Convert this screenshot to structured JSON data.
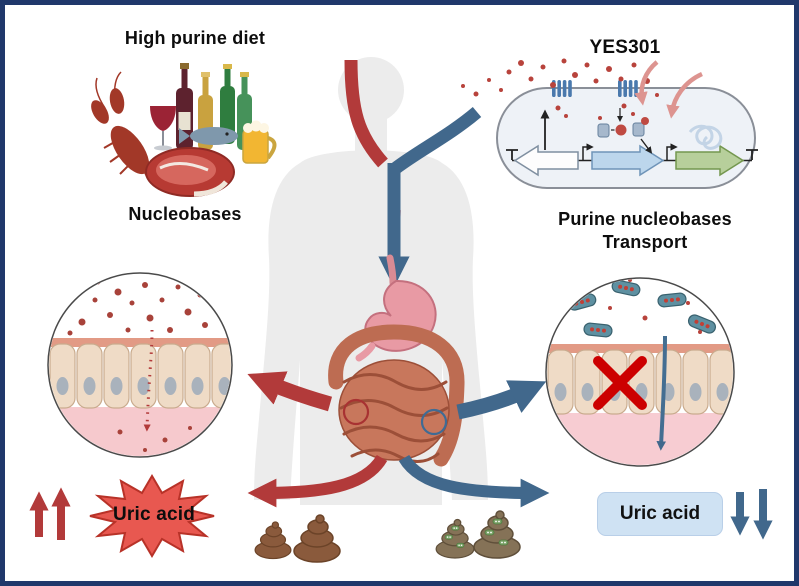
{
  "figure": {
    "type": "graphical-abstract-diagram",
    "labels": {
      "high_purine_diet": "High purine diet",
      "nucleobases": "Nucleobases",
      "yes301": "YES301",
      "purine_transport_line1": "Purine nucleobases",
      "purine_transport_line2": "Transport",
      "uric_acid_increase": "Uric acid",
      "uric_acid_decrease": "Uric acid"
    },
    "colors": {
      "frame_border": "#20386b",
      "red_flow": "#b23a3a",
      "blue_flow": "#41688c",
      "uric_acid_box_bg": "#cfe2f3",
      "starburst_fill": "#e85850",
      "blocked_x": "#cc0000",
      "epithelium_cell": "#efdbc6",
      "mucosa_pink": "#f6c9cd",
      "bacteria_teal": "#5e90a1",
      "feces_brown": "#8a5a3c"
    },
    "icons": [
      "lobster-icon",
      "wine-bottle-icon",
      "wine-glass-icon",
      "champagne-bottle-icon",
      "beer-bottle-icon",
      "beer-mug-icon",
      "fish-icon",
      "steak-icon",
      "human-silhouette",
      "stomach-icon",
      "intestine-icon",
      "bacteria-icon",
      "epithelium-cells",
      "red-x-icon",
      "feces-icon",
      "feces-bacteria-icon",
      "up-arrow-icon",
      "down-arrow-icon",
      "membrane-transporter-icon",
      "gene-arrow-icon",
      "promoter-icon",
      "terminator-icon"
    ]
  }
}
